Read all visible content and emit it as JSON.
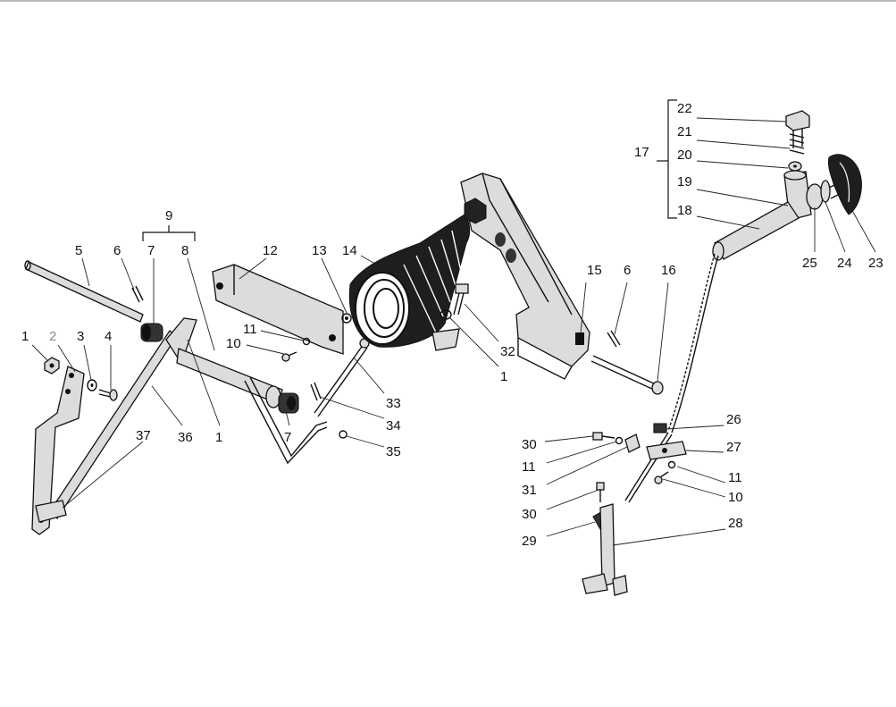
{
  "callouts": {
    "c1a": "1",
    "c2": "2",
    "c3": "3",
    "c4": "4",
    "c5": "5",
    "c6a": "6",
    "c7a": "7",
    "c8": "8",
    "c9": "9",
    "c10a": "10",
    "c11a": "11",
    "c12": "12",
    "c13": "13",
    "c14": "14",
    "c36": "36",
    "c1b": "1",
    "c7b": "7",
    "c37": "37",
    "c33": "33",
    "c34": "34",
    "c35": "35",
    "c32": "32",
    "c1c": "1",
    "c15": "15",
    "c6b": "6",
    "c16": "16",
    "c17": "17",
    "c22": "22",
    "c21": "21",
    "c20": "20",
    "c19": "19",
    "c18": "18",
    "c25": "25",
    "c24": "24",
    "c23": "23",
    "c26": "26",
    "c27": "27",
    "c30a": "30",
    "c11b": "11",
    "c31": "31",
    "c11c": "11",
    "c10b": "10",
    "c30b": "30",
    "c29": "29",
    "c28": "28"
  },
  "colors": {
    "ink": "#111111",
    "muted": "#8a8a8a",
    "paper": "#ffffff"
  }
}
